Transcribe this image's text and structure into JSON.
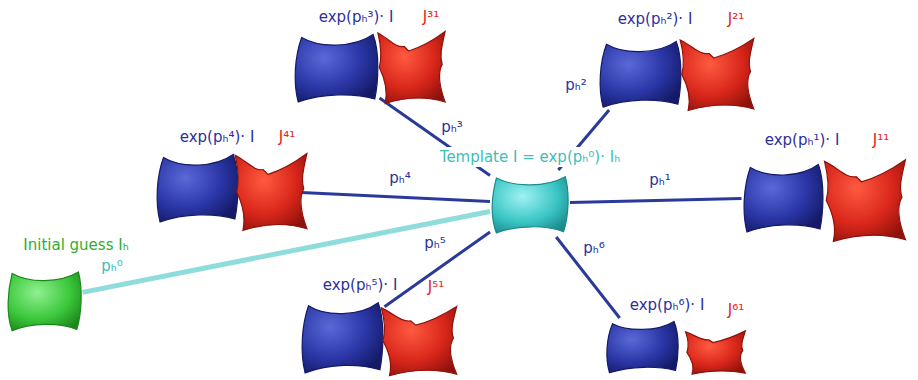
{
  "diagram": {
    "nodes": [
      {
        "text": [
          "exp(pₕ³)· I"
        ]
      },
      {
        "text": [
          "J³¹"
        ]
      },
      {
        "text": [
          "exp(pₕ²)· I"
        ]
      },
      {
        "text": [
          "J²¹"
        ]
      },
      {
        "text": [
          "exp(pₕ⁴)· I"
        ]
      },
      {
        "text": [
          "J⁴¹"
        ]
      },
      {
        "text": [
          "Template I = exp(pₕ⁰)· Iₕ"
        ]
      },
      {
        "text": [
          "exp(pₕ¹)· I"
        ]
      },
      {
        "text": [
          "J¹¹"
        ]
      },
      {
        "text": [
          "Initial guess Iₕ"
        ]
      },
      {
        "text": [
          "exp(pₕ⁵)· I"
        ]
      },
      {
        "text": [
          "J⁵¹"
        ]
      },
      {
        "text": [
          "exp(pₕ⁶)· I"
        ]
      },
      {
        "text": [
          "J⁶¹"
        ]
      }
    ],
    "edges": [
      {
        "from": 6,
        "to": 0,
        "label": "pₕ³",
        "arrow": "none"
      },
      {
        "from": 6,
        "to": 2,
        "label": "pₕ²",
        "arrow": "none"
      },
      {
        "from": 6,
        "to": 4,
        "label": "pₕ⁴",
        "arrow": "none"
      },
      {
        "from": 6,
        "to": 7,
        "label": "pₕ¹",
        "arrow": "none"
      },
      {
        "from": 6,
        "to": 10,
        "label": "pₕ⁵",
        "arrow": "none"
      },
      {
        "from": 6,
        "to": 12,
        "label": "pₕ⁶",
        "arrow": "none"
      },
      {
        "from": 9,
        "to": 6,
        "label": "pₕ⁰",
        "arrow": "none"
      }
    ]
  }
}
